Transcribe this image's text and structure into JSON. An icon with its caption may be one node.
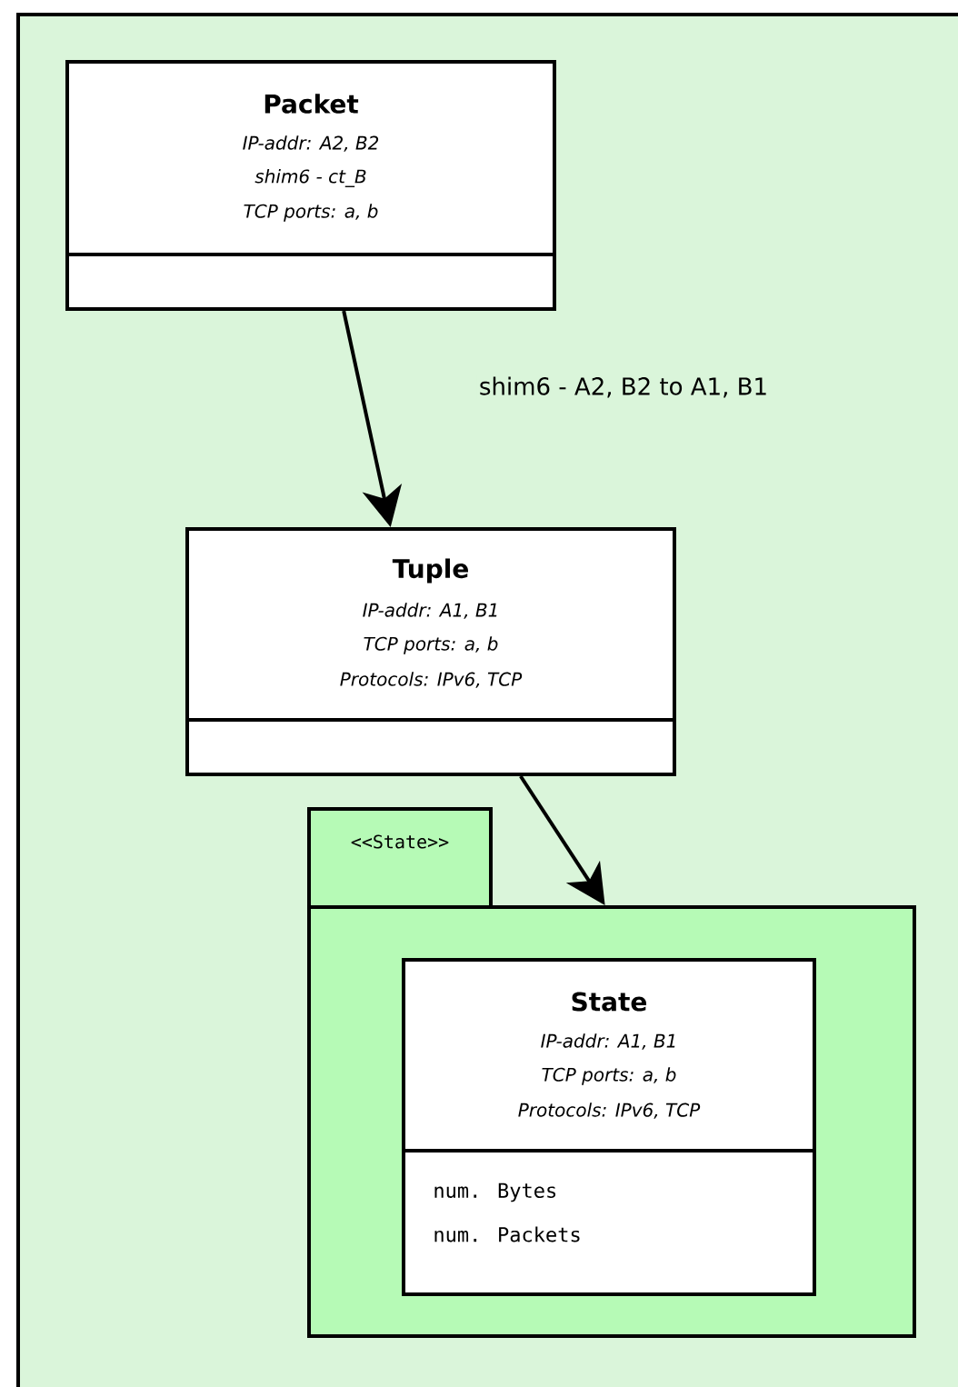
{
  "diagram": {
    "nodes": [
      {
        "text": [],
        "shape": "box"
      },
      {
        "text": [
          "Packet",
          "IP-addr: A2, B2",
          "shim6 - ct_B",
          "TCP ports: a, b"
        ],
        "in": 0
      },
      {
        "text": [
          "Tuple",
          "IP-addr: A1, B1",
          "TCP ports: a, b",
          "Protocols: IPv6, TCP"
        ],
        "in": 0
      },
      {
        "text": [
          "<<State>>"
        ],
        "in": 0
      },
      {
        "text": [
          "State",
          "IP-addr: A1, B1",
          "TCP ports: a, b",
          "Protocols: IPv6, TCP",
          "num. Bytes",
          "num. Packets"
        ],
        "in": 3
      }
    ],
    "edges": [
      {
        "from": 1,
        "to": 2,
        "arrow": "to",
        "label": "shim6 - A2, B2 to A1, B1"
      },
      {
        "from": 2,
        "to": 3,
        "arrow": "to"
      }
    ]
  }
}
